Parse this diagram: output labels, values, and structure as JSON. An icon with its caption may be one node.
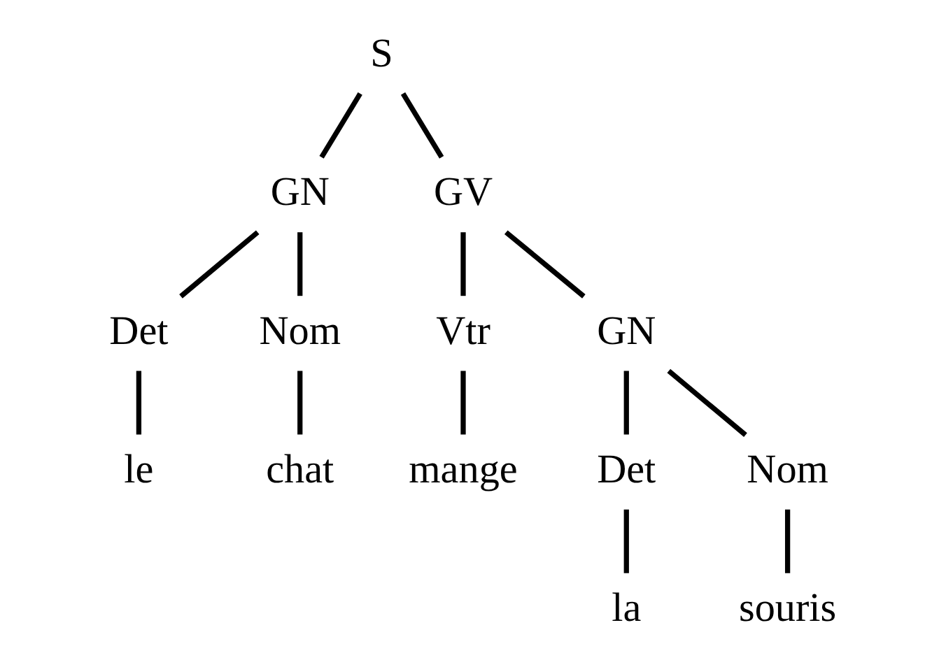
{
  "diagram": {
    "nodes": [
      {
        "text": [
          "S"
        ]
      },
      {
        "text": [
          "GN"
        ]
      },
      {
        "text": [
          "GV"
        ]
      },
      {
        "text": [
          "Det"
        ]
      },
      {
        "text": [
          "Nom"
        ]
      },
      {
        "text": [
          "Vtr"
        ]
      },
      {
        "text": [
          "GN"
        ]
      },
      {
        "text": [
          "le"
        ]
      },
      {
        "text": [
          "chat"
        ]
      },
      {
        "text": [
          "mange"
        ]
      },
      {
        "text": [
          "Det"
        ]
      },
      {
        "text": [
          "Nom"
        ]
      },
      {
        "text": [
          "la"
        ]
      },
      {
        "text": [
          "souris"
        ]
      }
    ],
    "edges": [
      {
        "from": 0,
        "to": 1,
        "arrow": "none"
      },
      {
        "from": 0,
        "to": 2,
        "arrow": "none"
      },
      {
        "from": 1,
        "to": 3,
        "arrow": "none"
      },
      {
        "from": 1,
        "to": 4,
        "arrow": "none"
      },
      {
        "from": 2,
        "to": 5,
        "arrow": "none"
      },
      {
        "from": 2,
        "to": 6,
        "arrow": "none"
      },
      {
        "from": 3,
        "to": 7,
        "arrow": "none"
      },
      {
        "from": 4,
        "to": 8,
        "arrow": "none"
      },
      {
        "from": 5,
        "to": 9,
        "arrow": "none"
      },
      {
        "from": 6,
        "to": 10,
        "arrow": "none"
      },
      {
        "from": 6,
        "to": 11,
        "arrow": "none"
      },
      {
        "from": 10,
        "to": 12,
        "arrow": "none"
      },
      {
        "from": 11,
        "to": 13,
        "arrow": "none"
      }
    ]
  }
}
